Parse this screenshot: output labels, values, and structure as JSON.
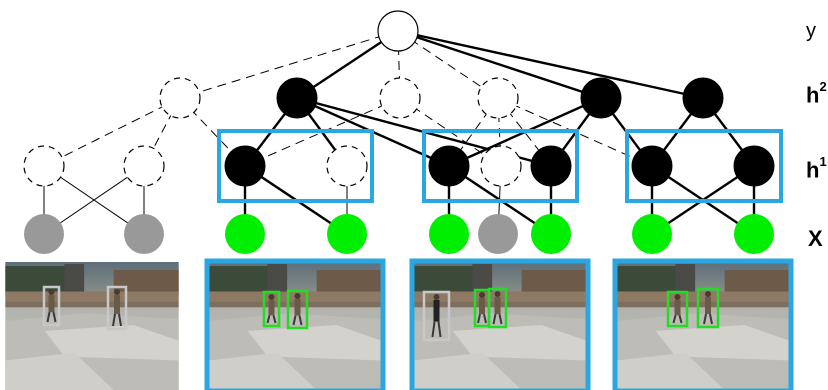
{
  "labels": {
    "y": "y",
    "h2_base": "h",
    "h2_sup": "2",
    "h1_base": "h",
    "h1_sup": "1",
    "x": "X"
  },
  "colors": {
    "active_node": "#000000",
    "observed_on": "#00ee00",
    "observed_off": "#999999",
    "group_box": "#2aa7e0",
    "det_green": "#22dd22",
    "det_gray": "#c8c8c8"
  },
  "nodes": {
    "y_root": {
      "state": "open"
    },
    "h2": [
      {
        "id": "h2-1",
        "state": "inactive"
      },
      {
        "id": "h2-2",
        "state": "active"
      },
      {
        "id": "h2-3",
        "state": "inactive"
      },
      {
        "id": "h2-4",
        "state": "inactive"
      },
      {
        "id": "h2-5",
        "state": "active"
      },
      {
        "id": "h2-6",
        "state": "active"
      }
    ],
    "h1": [
      {
        "id": "h1-1",
        "state": "inactive"
      },
      {
        "id": "h1-2",
        "state": "inactive"
      },
      {
        "id": "h1-3",
        "state": "active"
      },
      {
        "id": "h1-4",
        "state": "inactive"
      },
      {
        "id": "h1-5",
        "state": "active"
      },
      {
        "id": "h1-6",
        "state": "inactive"
      },
      {
        "id": "h1-7",
        "state": "active"
      },
      {
        "id": "h1-8",
        "state": "active"
      },
      {
        "id": "h1-9",
        "state": "active"
      }
    ],
    "x": [
      {
        "id": "x-1",
        "state": "off"
      },
      {
        "id": "x-2",
        "state": "off"
      },
      {
        "id": "x-3",
        "state": "on"
      },
      {
        "id": "x-4",
        "state": "on"
      },
      {
        "id": "x-5",
        "state": "on"
      },
      {
        "id": "x-6",
        "state": "off"
      },
      {
        "id": "x-7",
        "state": "on"
      },
      {
        "id": "x-8",
        "state": "on"
      },
      {
        "id": "x-9",
        "state": "on"
      }
    ]
  },
  "groups": [
    {
      "id": "group-1"
    },
    {
      "id": "group-2"
    },
    {
      "id": "group-3"
    }
  ],
  "frames": [
    {
      "id": "frame-1",
      "highlighted": false,
      "detections": [
        "gray",
        "gray"
      ]
    },
    {
      "id": "frame-2",
      "highlighted": true,
      "detections": [
        "green",
        "green"
      ]
    },
    {
      "id": "frame-3",
      "highlighted": true,
      "detections": [
        "gray",
        "green",
        "green"
      ]
    },
    {
      "id": "frame-4",
      "highlighted": true,
      "detections": [
        "green",
        "green"
      ]
    }
  ]
}
